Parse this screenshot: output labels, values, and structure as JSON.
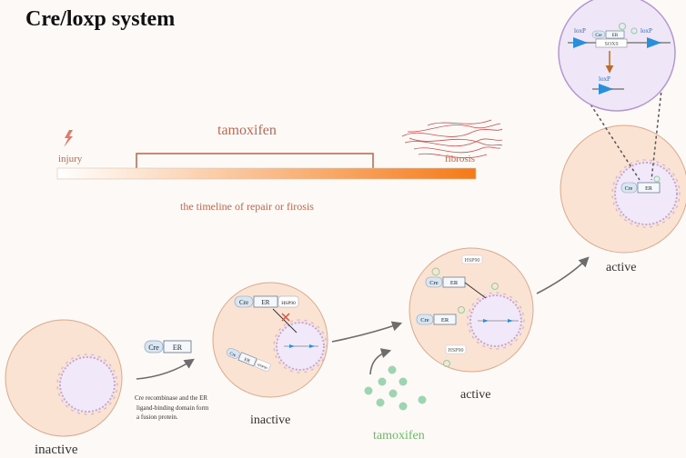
{
  "title": "Cre/loxp system",
  "timeline": {
    "injury_label": "injury",
    "treatment_label": "tamoxifen",
    "fibrosis_label": "fibrosis",
    "caption": "the timeline of repair or firosis"
  },
  "fusion_protein": {
    "cre_label": "Cre",
    "er_label": "ER",
    "note_lines": [
      "Cre recombinase and the ER",
      "ligand-binding domain  form",
      "a fusion protein."
    ]
  },
  "cell_labels": {
    "empty_cell": "inactive",
    "bound_cell": "inactive",
    "tamoxifen_cell": "active",
    "final_cell": "active"
  },
  "cell_bound": {
    "cre": "Cre",
    "er": "ER",
    "hsp": "HSP90",
    "cre2": "Cre",
    "er2": "ER",
    "hsp2": "HSP90"
  },
  "cell_tamoxifen": {
    "hsp_top": "HSP90",
    "hsp_bottom": "HSP90",
    "cre_a": "Cre",
    "er_a": "ER",
    "cre_b": "Cre",
    "er_b": "ER"
  },
  "cell_final": {
    "cre": "Cre",
    "er": "ER"
  },
  "inset": {
    "loxp_left": "loxP",
    "loxp_right": "loxP",
    "loxp_bottom": "loxP",
    "cre": "Cre",
    "er": "ER",
    "gene": "SOX9"
  },
  "tamoxifen_label": "tamoxifen",
  "colors": {
    "cell_fill": "#fbe3d3",
    "cell_stroke": "#d9a98c",
    "nucleus_fill": "#f1e8fa",
    "nucleus_stroke": "#c3a6da",
    "gradient_start": "#ffffff",
    "gradient_end": "#f47a18",
    "bracket": "#b5654c",
    "caption": "#b96a52",
    "injury_icon": "#e07a6a",
    "fibrosis_lines": "#c85050",
    "tamoxifen_dots": "#9fd4b2",
    "tamoxifen_text": "#6fb86a",
    "loxp_arrow": "#2a8fd8",
    "arrow_gray": "#6d6d6d",
    "repression_mark": "#e05040",
    "inset_arrow": "#b86b2c"
  }
}
